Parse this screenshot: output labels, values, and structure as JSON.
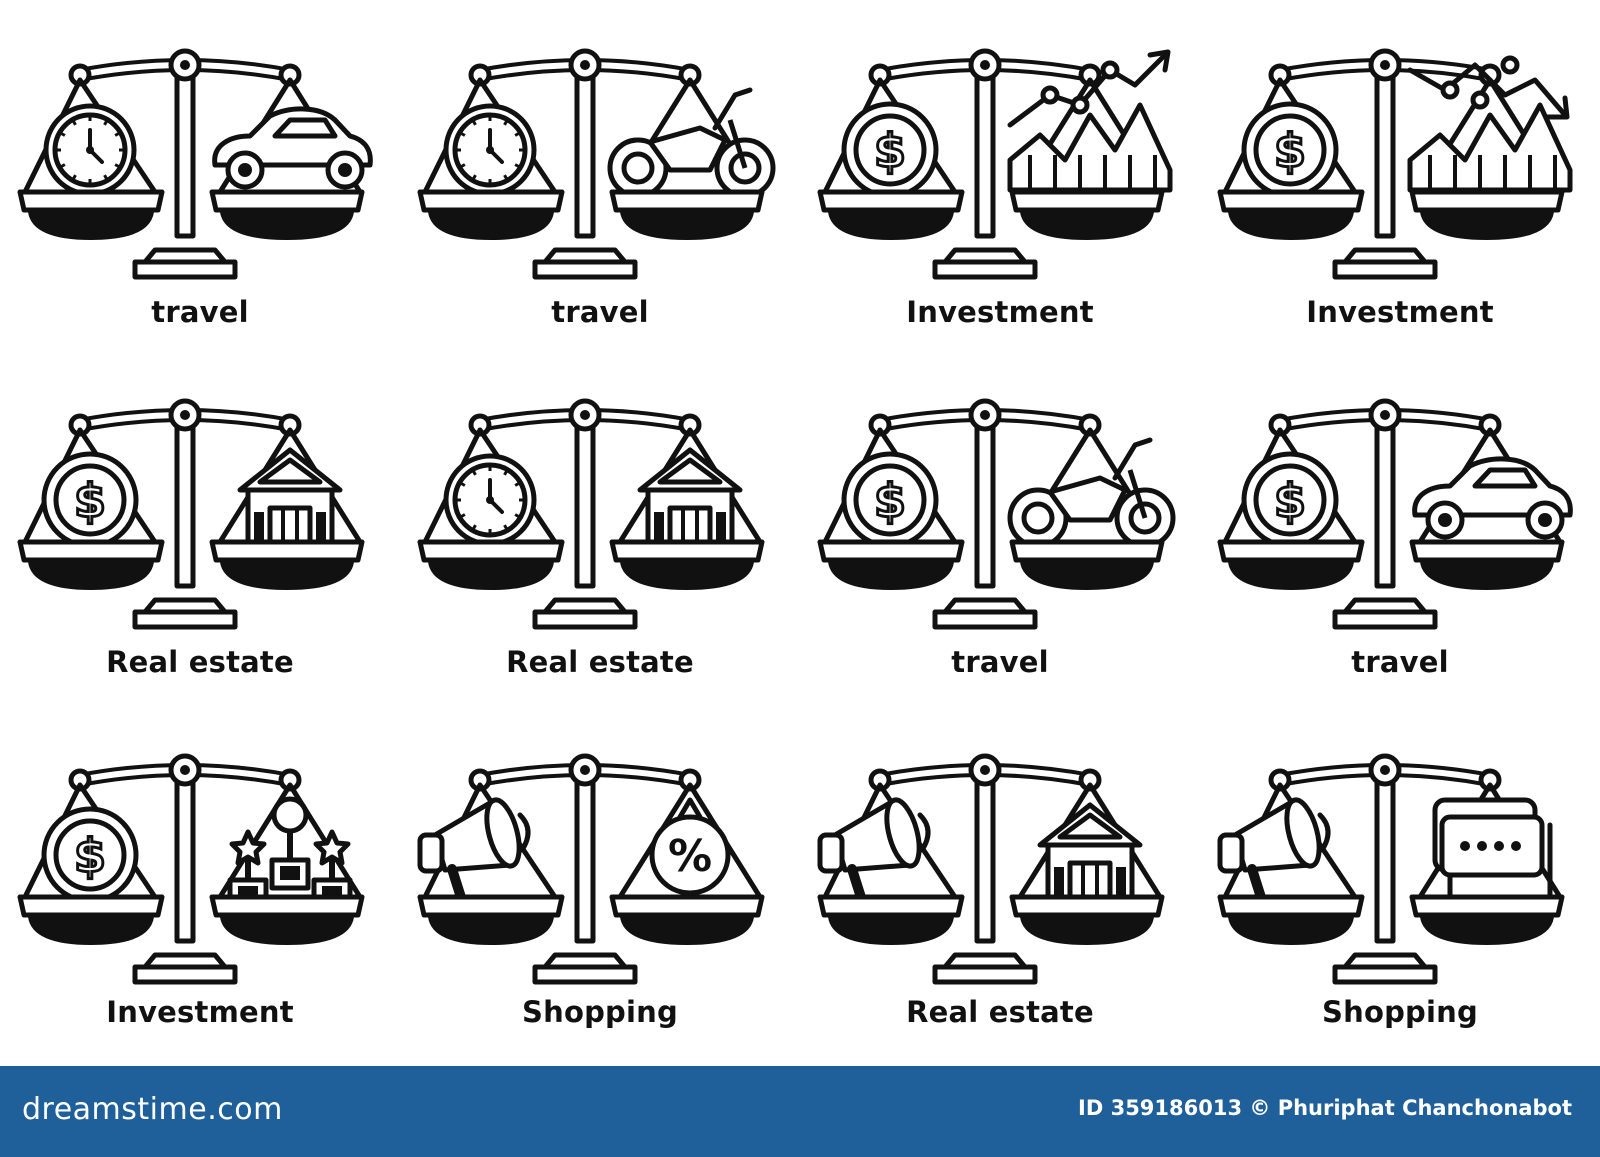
{
  "panels": [
    {
      "label": "travel",
      "left_item": "clock",
      "right_item": "car"
    },
    {
      "label": "travel",
      "left_item": "clock",
      "right_item": "motorcycle"
    },
    {
      "label": "Investment",
      "left_item": "coin",
      "right_item": "chart-up"
    },
    {
      "label": "Investment",
      "left_item": "coin",
      "right_item": "chart-down"
    },
    {
      "label": "Real estate",
      "left_item": "coin",
      "right_item": "house"
    },
    {
      "label": "Real estate",
      "left_item": "clock",
      "right_item": "house"
    },
    {
      "label": "travel",
      "left_item": "coin",
      "right_item": "motorcycle"
    },
    {
      "label": "travel",
      "left_item": "coin",
      "right_item": "car"
    },
    {
      "label": "Investment",
      "left_item": "coin",
      "right_item": "trophies"
    },
    {
      "label": "Shopping",
      "left_item": "megaphone",
      "right_item": "discount-tag"
    },
    {
      "label": "Real estate",
      "left_item": "megaphone",
      "right_item": "house"
    },
    {
      "label": "Shopping",
      "left_item": "megaphone",
      "right_item": "chat-bubble"
    }
  ],
  "footer": {
    "logo": "dreamstime.com",
    "credit": "ID 359186013 © Phuriphat Chanchonabot"
  },
  "colors": {
    "footer_bg": "#1f5f9a",
    "ink": "#111111"
  }
}
